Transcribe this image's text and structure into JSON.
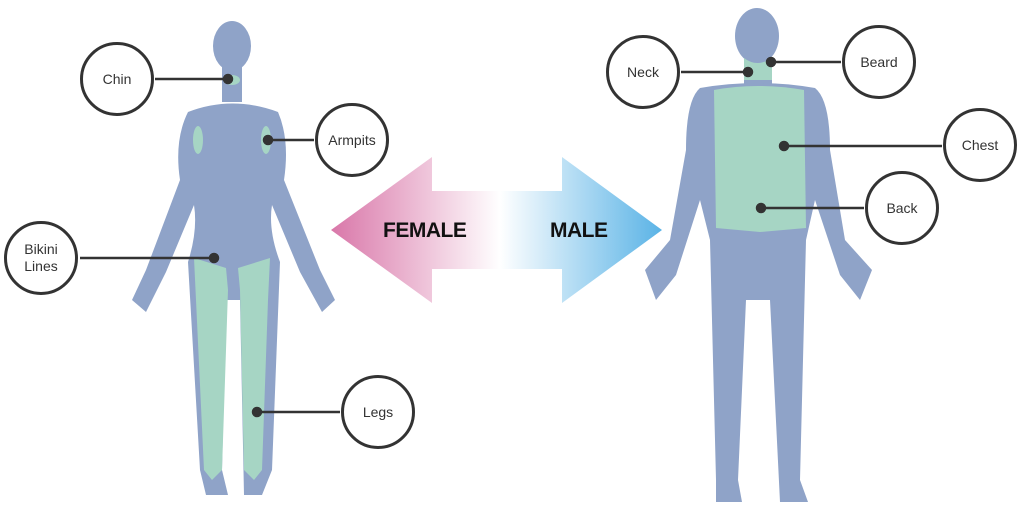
{
  "arrow": {
    "female": "FEMALE",
    "male": "MALE",
    "female_color": "#d977a9",
    "male_color": "#5ab3e6"
  },
  "colors": {
    "body": "#8fa3c8",
    "treated_area": "#a6d5c4"
  },
  "female_labels": {
    "chin": "Chin",
    "armpits": "Armpits",
    "bikini_lines": "Bikini Lines",
    "legs": "Legs"
  },
  "male_labels": {
    "neck": "Neck",
    "beard": "Beard",
    "chest": "Chest",
    "back": "Back"
  }
}
